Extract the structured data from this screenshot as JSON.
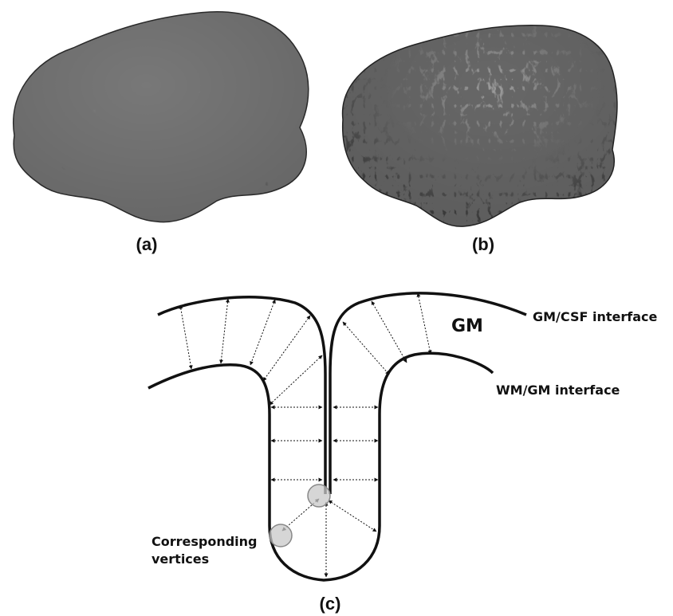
{
  "panels": {
    "a": {
      "label": "(a)"
    },
    "b": {
      "label": "(b)"
    },
    "c": {
      "label": "(c)"
    }
  },
  "diagram": {
    "region_label": "GM",
    "outer_surface_label": "GM/CSF interface",
    "inner_surface_label": "WM/GM interface",
    "vertex_note_line1": "Corresponding",
    "vertex_note_line2": "vertices"
  },
  "colors": {
    "surface_dark": "#3e3e3e",
    "surface_light": "#9a9a9a",
    "line": "#111111",
    "vertex_marker": "#c8c8c8"
  }
}
